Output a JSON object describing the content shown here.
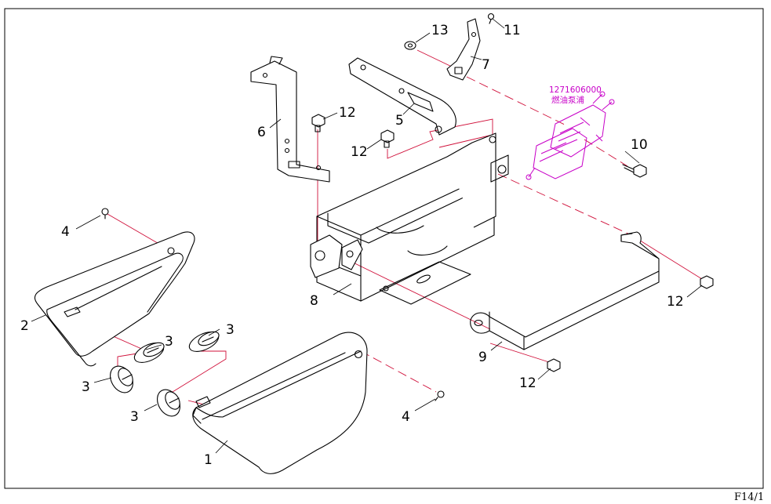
{
  "callouts": {
    "c1": "1",
    "c2": "2",
    "c3a": "3",
    "c3b": "3",
    "c3c": "3",
    "c3d": "3",
    "c4a": "4",
    "c4b": "4",
    "c5": "5",
    "c6": "6",
    "c7": "7",
    "c8": "8",
    "c9": "9",
    "c10": "10",
    "c11": "11",
    "c12a": "12",
    "c12b": "12",
    "c12c": "12",
    "c12d": "12",
    "c13": "13"
  },
  "highlighted_part": {
    "number": "1271606000",
    "name": "燃油泵浦"
  },
  "page_ref": "F14/1",
  "colors": {
    "assembly_line": "#d0103a",
    "highlight": "#c800c8",
    "line_art": "#000000"
  }
}
